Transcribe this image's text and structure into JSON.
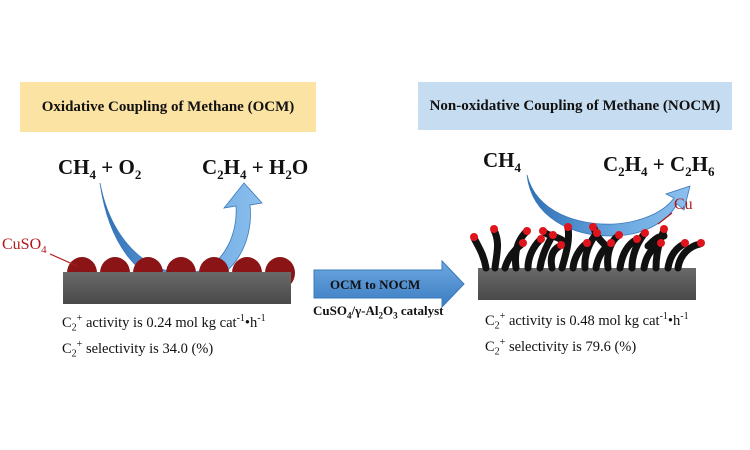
{
  "left_panel": {
    "title": "Oxidative Coupling of Methane (OCM)",
    "reactants": {
      "a": "CH",
      "a_sub": "4",
      "plus": " + ",
      "b": "O",
      "b_sub": "2"
    },
    "products": {
      "a": "C",
      "a_sub1": "2",
      "a2": "H",
      "a_sub2": "4",
      "plus": " + ",
      "b": "H",
      "b_sub": "2",
      "b2": "O"
    },
    "catalyst_label": {
      "main": "CuSO",
      "sub": "4"
    },
    "activity": {
      "prefix": "C",
      "sub": "2",
      "sup": "+",
      "text": " activity is 0.24 mol kg cat",
      "sup2": "-1",
      "bullet": "•h",
      "sup3": "-1"
    },
    "selectivity": {
      "prefix": "C",
      "sub": "2",
      "sup": "+",
      "text": " selectivity is 34.0 (%)"
    }
  },
  "middle": {
    "arrow_label": "OCM to NOCM",
    "catalyst_caption": {
      "a": "CuSO",
      "a_sub": "4",
      "b": "/γ-Al",
      "b_sub": "2",
      "c": "O",
      "c_sub": "3",
      "d": " catalyst"
    }
  },
  "right_panel": {
    "title": "Non-oxidative Coupling of Methane (NOCM)",
    "reactant": {
      "a": "CH",
      "a_sub": "4"
    },
    "products": {
      "a": "C",
      "a_sub1": "2",
      "a2": "H",
      "a_sub2": "4",
      "plus": " + ",
      "b": "C",
      "b_sub1": "2",
      "b2": "H",
      "b_sub2": "6"
    },
    "cu_label": "Cu",
    "activity": {
      "prefix": "C",
      "sub": "2",
      "sup": "+",
      "text": " activity is 0.48 mol kg cat",
      "sup2": "-1",
      "bullet": "•h",
      "sup3": "-1"
    },
    "selectivity": {
      "prefix": "C",
      "sub": "2",
      "sup": "+",
      "text": " selectivity is 79.6 (%)"
    }
  },
  "colors": {
    "ocm_banner": "#fbe3a3",
    "nocm_banner": "#c6dcf0",
    "support": "#5a5a5a",
    "cuso4_particle": "#8b1416",
    "cu_tip": "#e0141c",
    "arrow_blue": "#4f8fd0",
    "label_red": "#b0191c"
  }
}
